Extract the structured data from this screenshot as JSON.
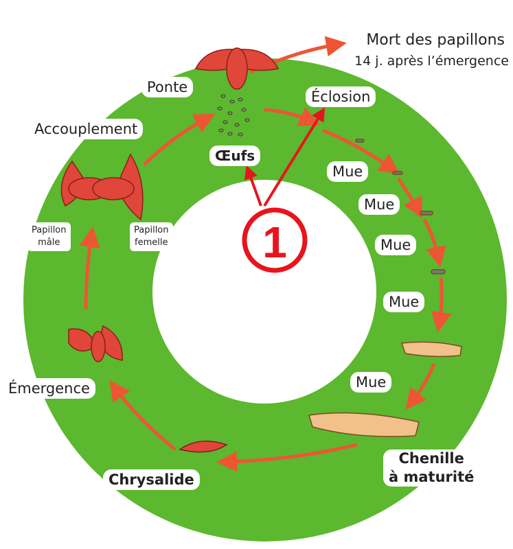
{
  "colors": {
    "ring": "#5cb82e",
    "arrow": "#ee5533",
    "insect": "#e0463a",
    "larva": "#f2c08a",
    "marker": "#e8141c"
  },
  "top_note": {
    "line1": "Mort des papillons",
    "line2": "14 j. après l’émergence"
  },
  "labels": {
    "ponte": "Ponte",
    "accouplement": "Accouplement",
    "eclosion": "Éclosion",
    "oeufs": "Œufs",
    "mue": [
      "Mue",
      "Mue",
      "Mue",
      "Mue",
      "Mue"
    ],
    "papillon_male": [
      "Papillon",
      "mâle"
    ],
    "papillon_femelle": [
      "Papillon",
      "femelle"
    ],
    "emergence": "Émergence",
    "chrysalide": "Chrysalide",
    "chenille": [
      "Chenille",
      "à maturité"
    ]
  },
  "marker": "1"
}
